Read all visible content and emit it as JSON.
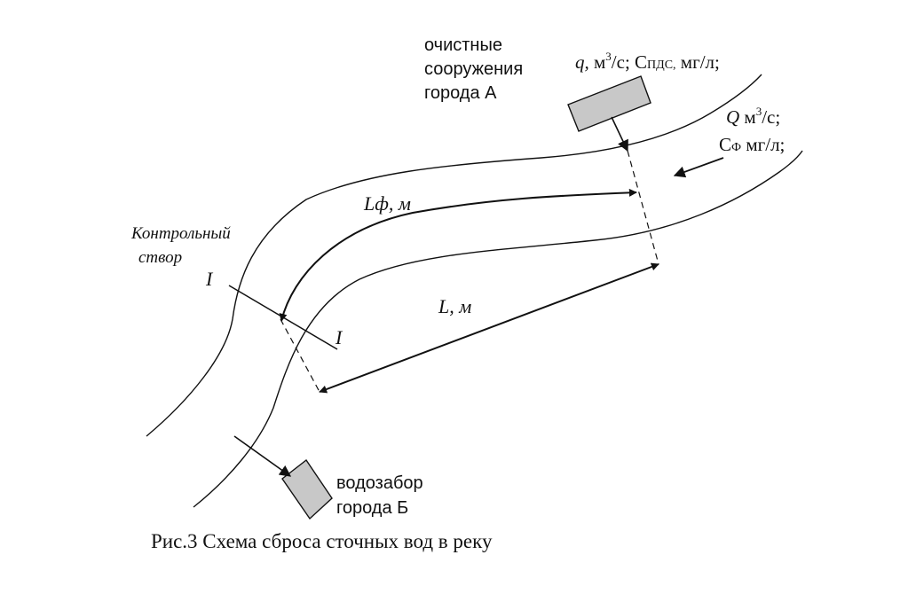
{
  "labels": {
    "plant_line1": "очистные",
    "plant_line2": "сооружения",
    "plant_line3": "города А",
    "discharge_q": "q,",
    "discharge_units_a": " м",
    "discharge_sup": "3",
    "discharge_units_b": "/с; С",
    "discharge_sub": "ПДС,",
    "discharge_units_c": " мг/л;",
    "river_Q": "Q",
    "river_Q_units_a": " м",
    "river_Q_sup": "3",
    "river_Q_units_b": "/с;",
    "river_C": "С",
    "river_C_sub": "Ф",
    "river_C_units": " мг/л;",
    "control_line1": "Контрольный",
    "control_line2": "створ",
    "section_left": "I",
    "section_right": "I",
    "length_fairway": "Lф, м",
    "length_straight": "L, м",
    "intake_line1": "водозабор",
    "intake_line2": "города Б",
    "caption": "Рис.3  Схема сброса сточных вод в реку"
  },
  "colors": {
    "line": "#111111",
    "facility_fill": "#c8c8c8"
  }
}
